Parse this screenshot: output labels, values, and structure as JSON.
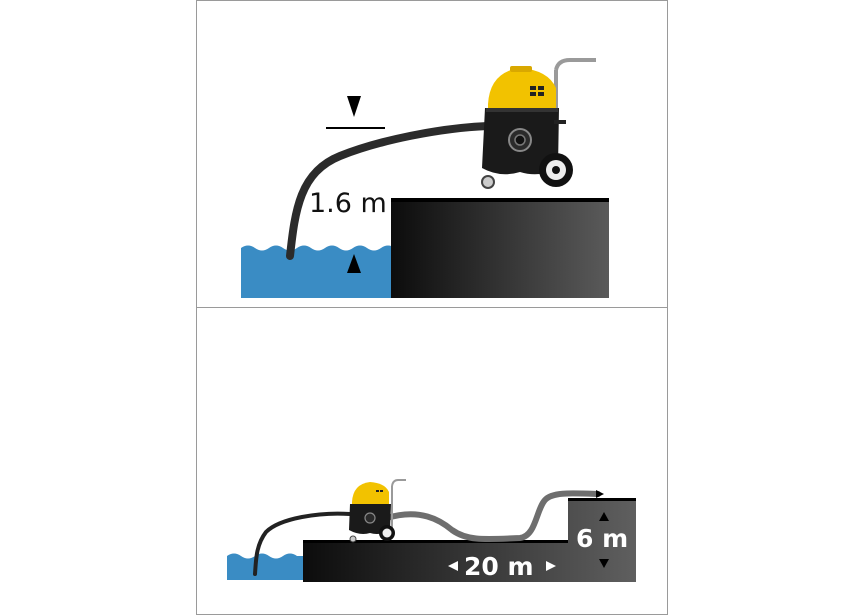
{
  "top_panel": {
    "height_label": "1.6 m"
  },
  "bottom_panel": {
    "distance_label": "20 m",
    "rise_label": "6 m"
  },
  "colors": {
    "water": "#3a8cc4",
    "pump_yellow": "#f2c200",
    "pump_body": "#1a1a1a",
    "hose": "#2e2e2e",
    "platform_dark": "#0c0c0c",
    "platform_light": "#555555"
  }
}
